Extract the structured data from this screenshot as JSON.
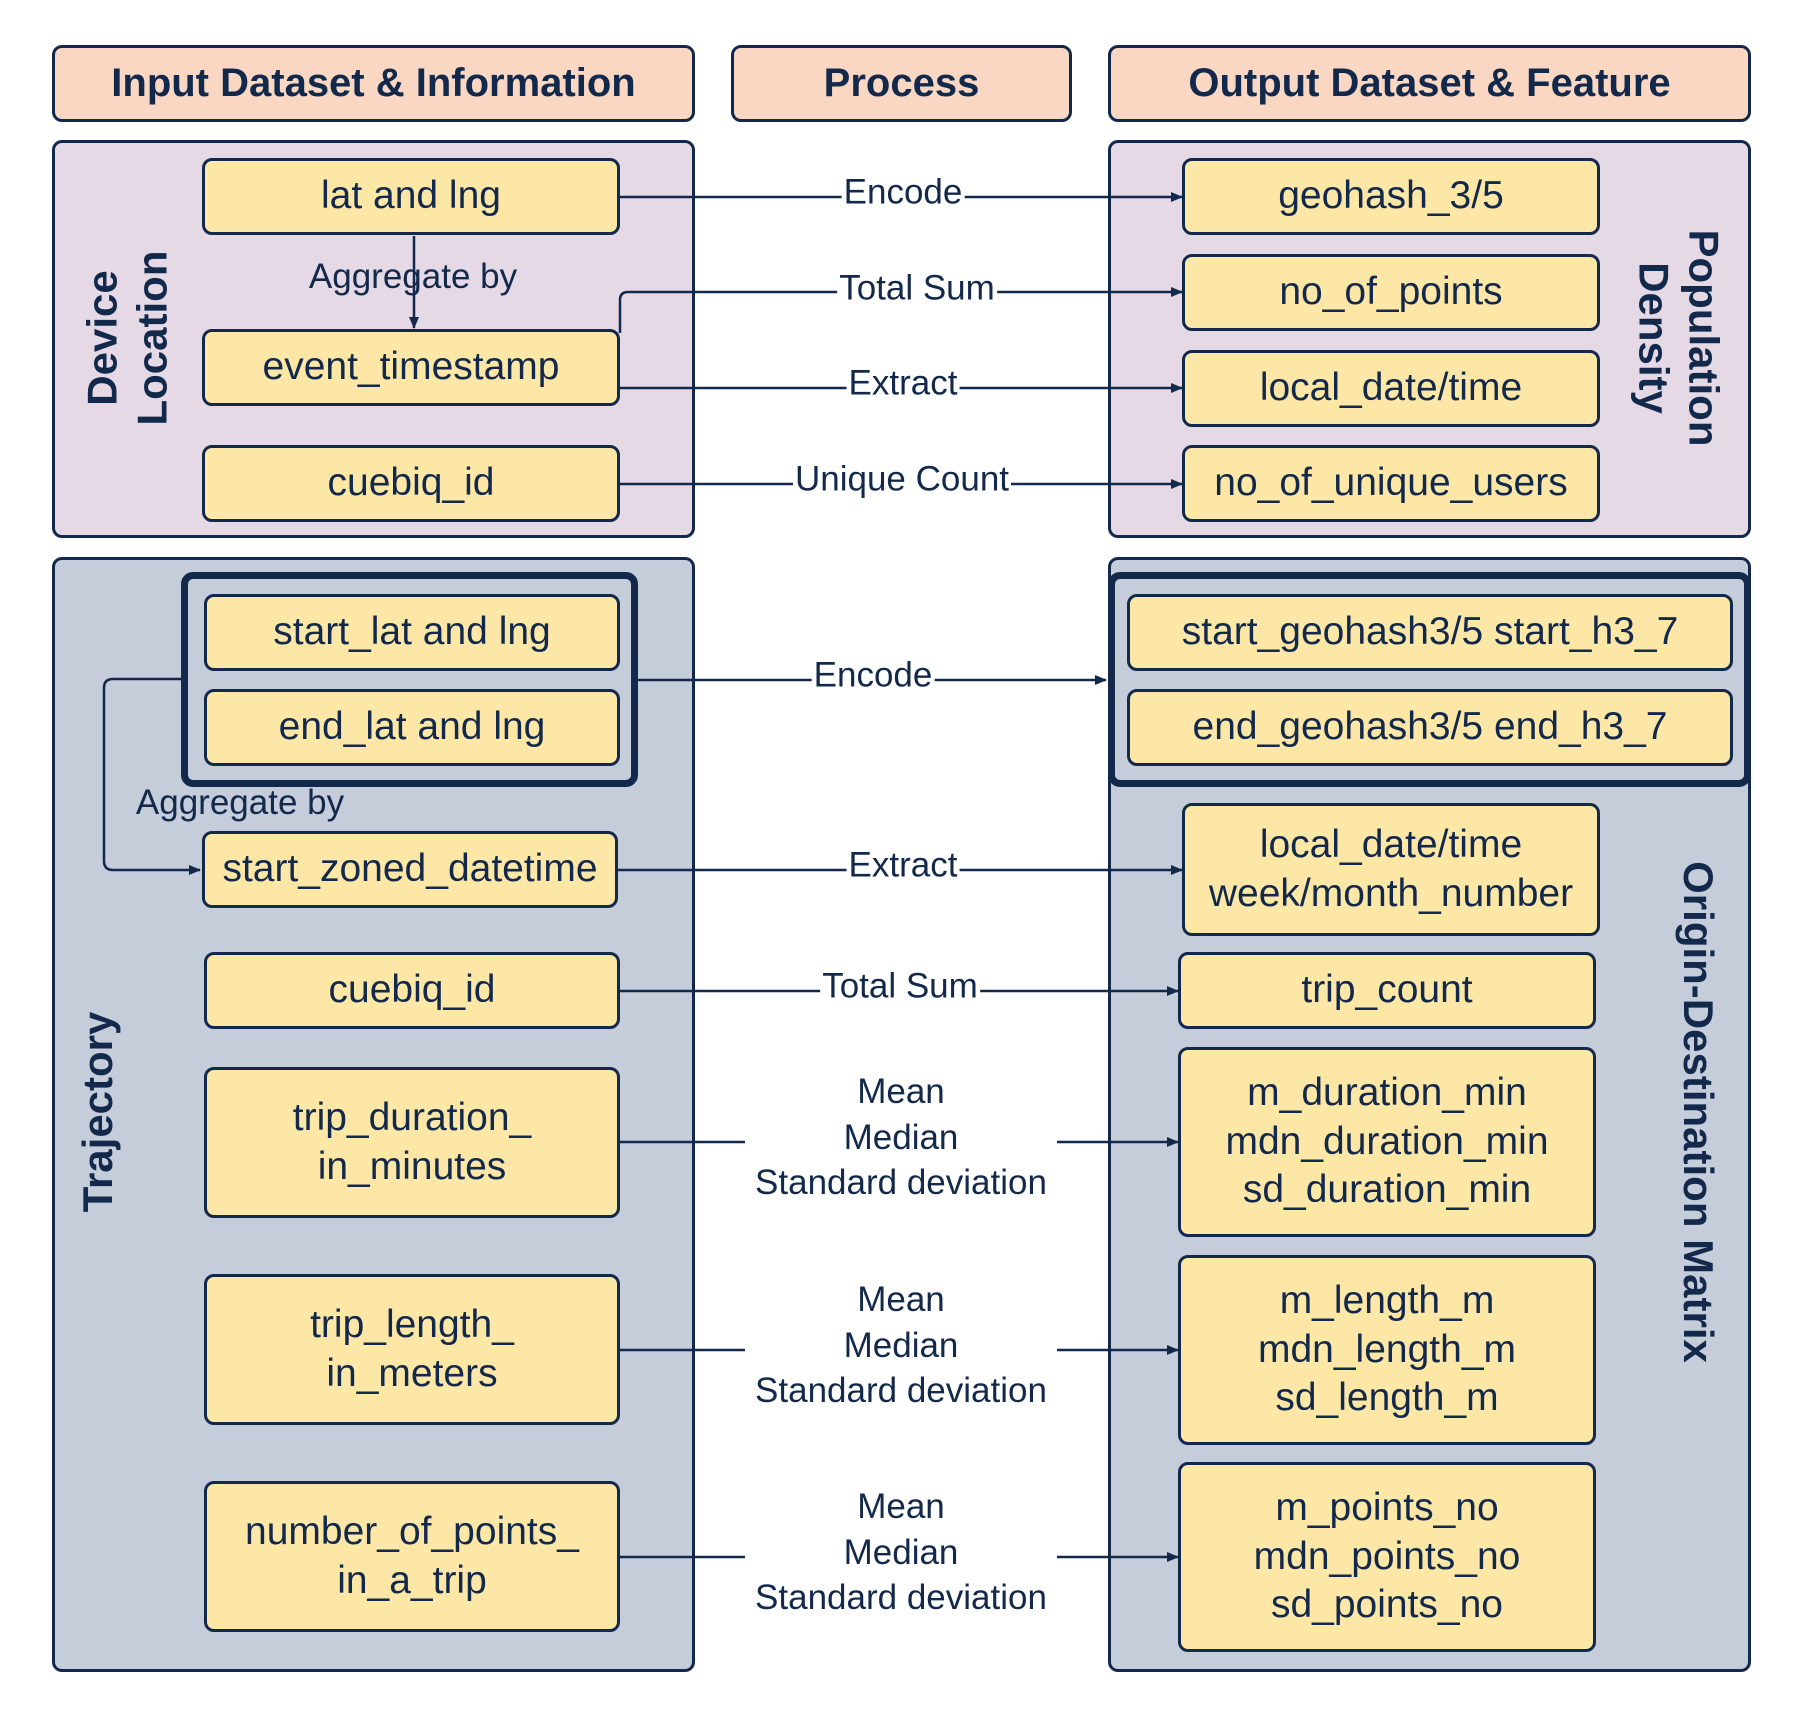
{
  "headers": {
    "input": "Input Dataset & Information",
    "process": "Process",
    "output": "Output Dataset & Feature"
  },
  "sections": {
    "device_location": "Device\nLocation",
    "population_density": "Population\nDensity",
    "trajectory": "Trajectory",
    "od_matrix": "Origin-Destination Matrix"
  },
  "device": {
    "inputs": [
      "lat and lng",
      "event_timestamp",
      "cuebiq_id"
    ],
    "aggregate_label": "Aggregate by",
    "processes": [
      "Encode",
      "Total Sum",
      "Extract",
      "Unique Count"
    ],
    "outputs": [
      "geohash_3/5",
      "no_of_points",
      "local_date/time",
      "no_of_unique_users"
    ]
  },
  "trajectory": {
    "inputs": [
      "start_lat and lng",
      "end_lat and lng",
      "start_zoned_datetime",
      "cuebiq_id",
      "trip_duration_\nin_minutes",
      "trip_length_\nin_meters",
      "number_of_points_\nin_a_trip"
    ],
    "aggregate_label": "Aggregate by",
    "processes": [
      "Encode",
      "Extract",
      "Total Sum",
      "Mean\nMedian\nStandard deviation",
      "Mean\nMedian\nStandard deviation",
      "Mean\nMedian\nStandard deviation"
    ],
    "outputs": [
      "start_geohash3/5 start_h3_7",
      "end_geohash3/5 end_h3_7",
      "local_date/time\nweek/month_number",
      "trip_count",
      "m_duration_min\nmdn_duration_min\nsd_duration_min",
      "m_length_m\nmdn_length_m\nsd_length_m",
      "m_points_no\nmdn_points_no\nsd_points_no"
    ]
  }
}
